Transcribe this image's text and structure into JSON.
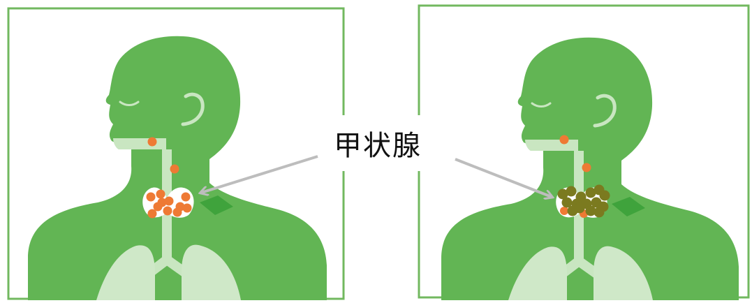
{
  "label": {
    "text": "甲状腺"
  },
  "colors": {
    "frame": "#72b85f",
    "body": "#62b554",
    "airway": "#c9e6c1",
    "lung": "#cfe8c8",
    "ear": "#c9e6c1",
    "gland_fill": "#ffffff",
    "dot_normal": "#ee7a34",
    "dot_abnormal": "#7b7a1f",
    "arrow": "#bdbdbd",
    "side_patch": "#3fa33c"
  },
  "panels": [
    {
      "name": "left-panel",
      "state": "normal"
    },
    {
      "name": "right-panel",
      "state": "abnormal"
    }
  ],
  "icons": {
    "arrow": "arrow-icon",
    "thyroid": "thyroid-icon"
  }
}
